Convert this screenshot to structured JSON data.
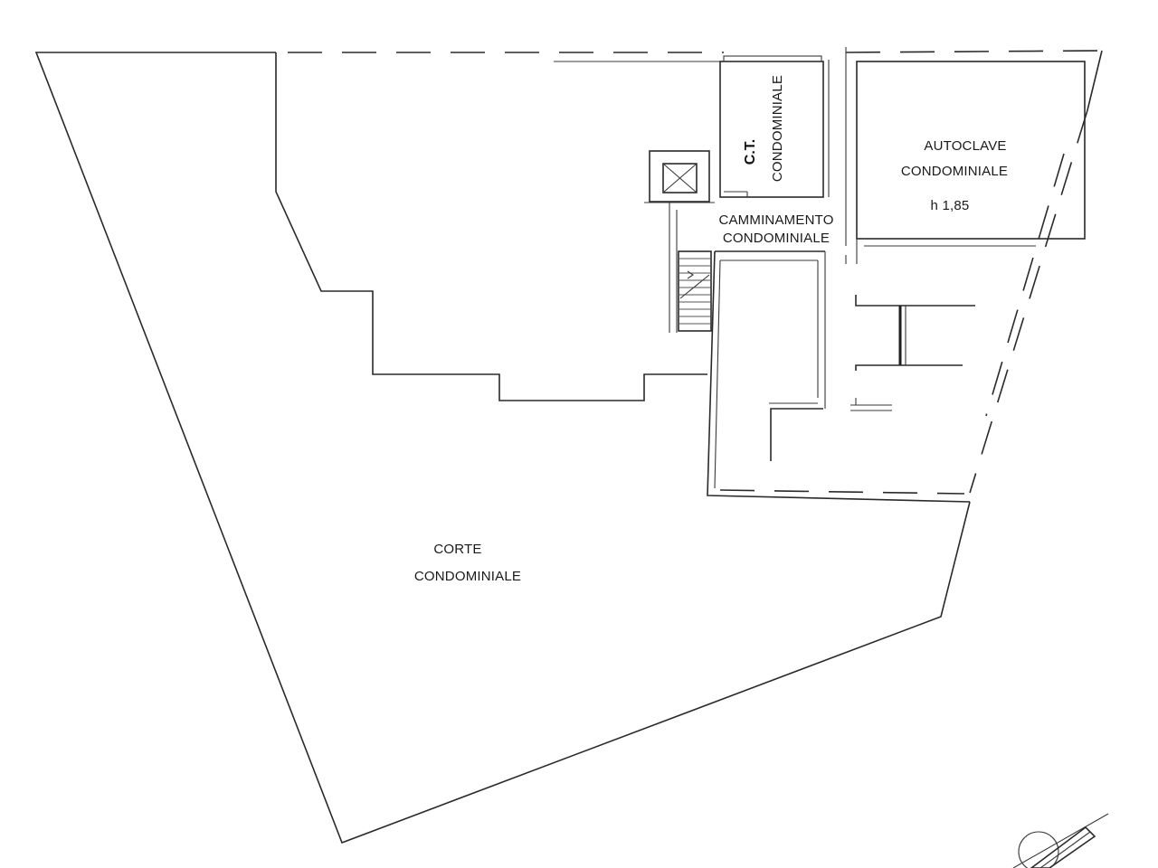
{
  "plan": {
    "rooms": {
      "ct": {
        "line1": "C.T.",
        "line2": "CONDOMINIALE"
      },
      "autoclave": {
        "line1": "AUTOCLAVE",
        "line2": "CONDOMINIALE",
        "height": "h 1,85"
      },
      "camminamento": {
        "line1": "CAMMINAMENTO",
        "line2": "CONDOMINIALE"
      },
      "corte": {
        "line1": "CORTE",
        "line2": "CONDOMINIALE"
      }
    },
    "icons": [
      "lift-shaft-icon",
      "staircase-icon",
      "north-arrow-icon"
    ],
    "colors": {
      "line": "#2a2a2a",
      "background": "#ffffff"
    }
  }
}
